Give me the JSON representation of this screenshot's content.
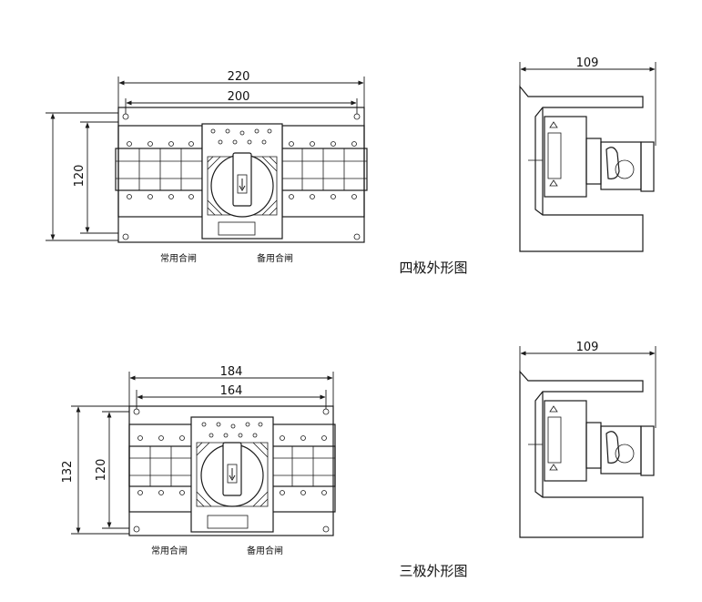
{
  "four_pole": {
    "dims": {
      "overall_width": "220",
      "mount_width": "200",
      "height": "120",
      "depth": "109"
    },
    "labels": {
      "normal": "常用合闸",
      "standby": "备用合闸"
    },
    "title": "四极外形图"
  },
  "three_pole": {
    "dims": {
      "overall_width": "184",
      "mount_width": "164",
      "height_outer": "132",
      "height_inner": "120",
      "depth": "109"
    },
    "labels": {
      "normal": "常用合闸",
      "standby": "备用合闸"
    },
    "title": "三极外形图"
  }
}
